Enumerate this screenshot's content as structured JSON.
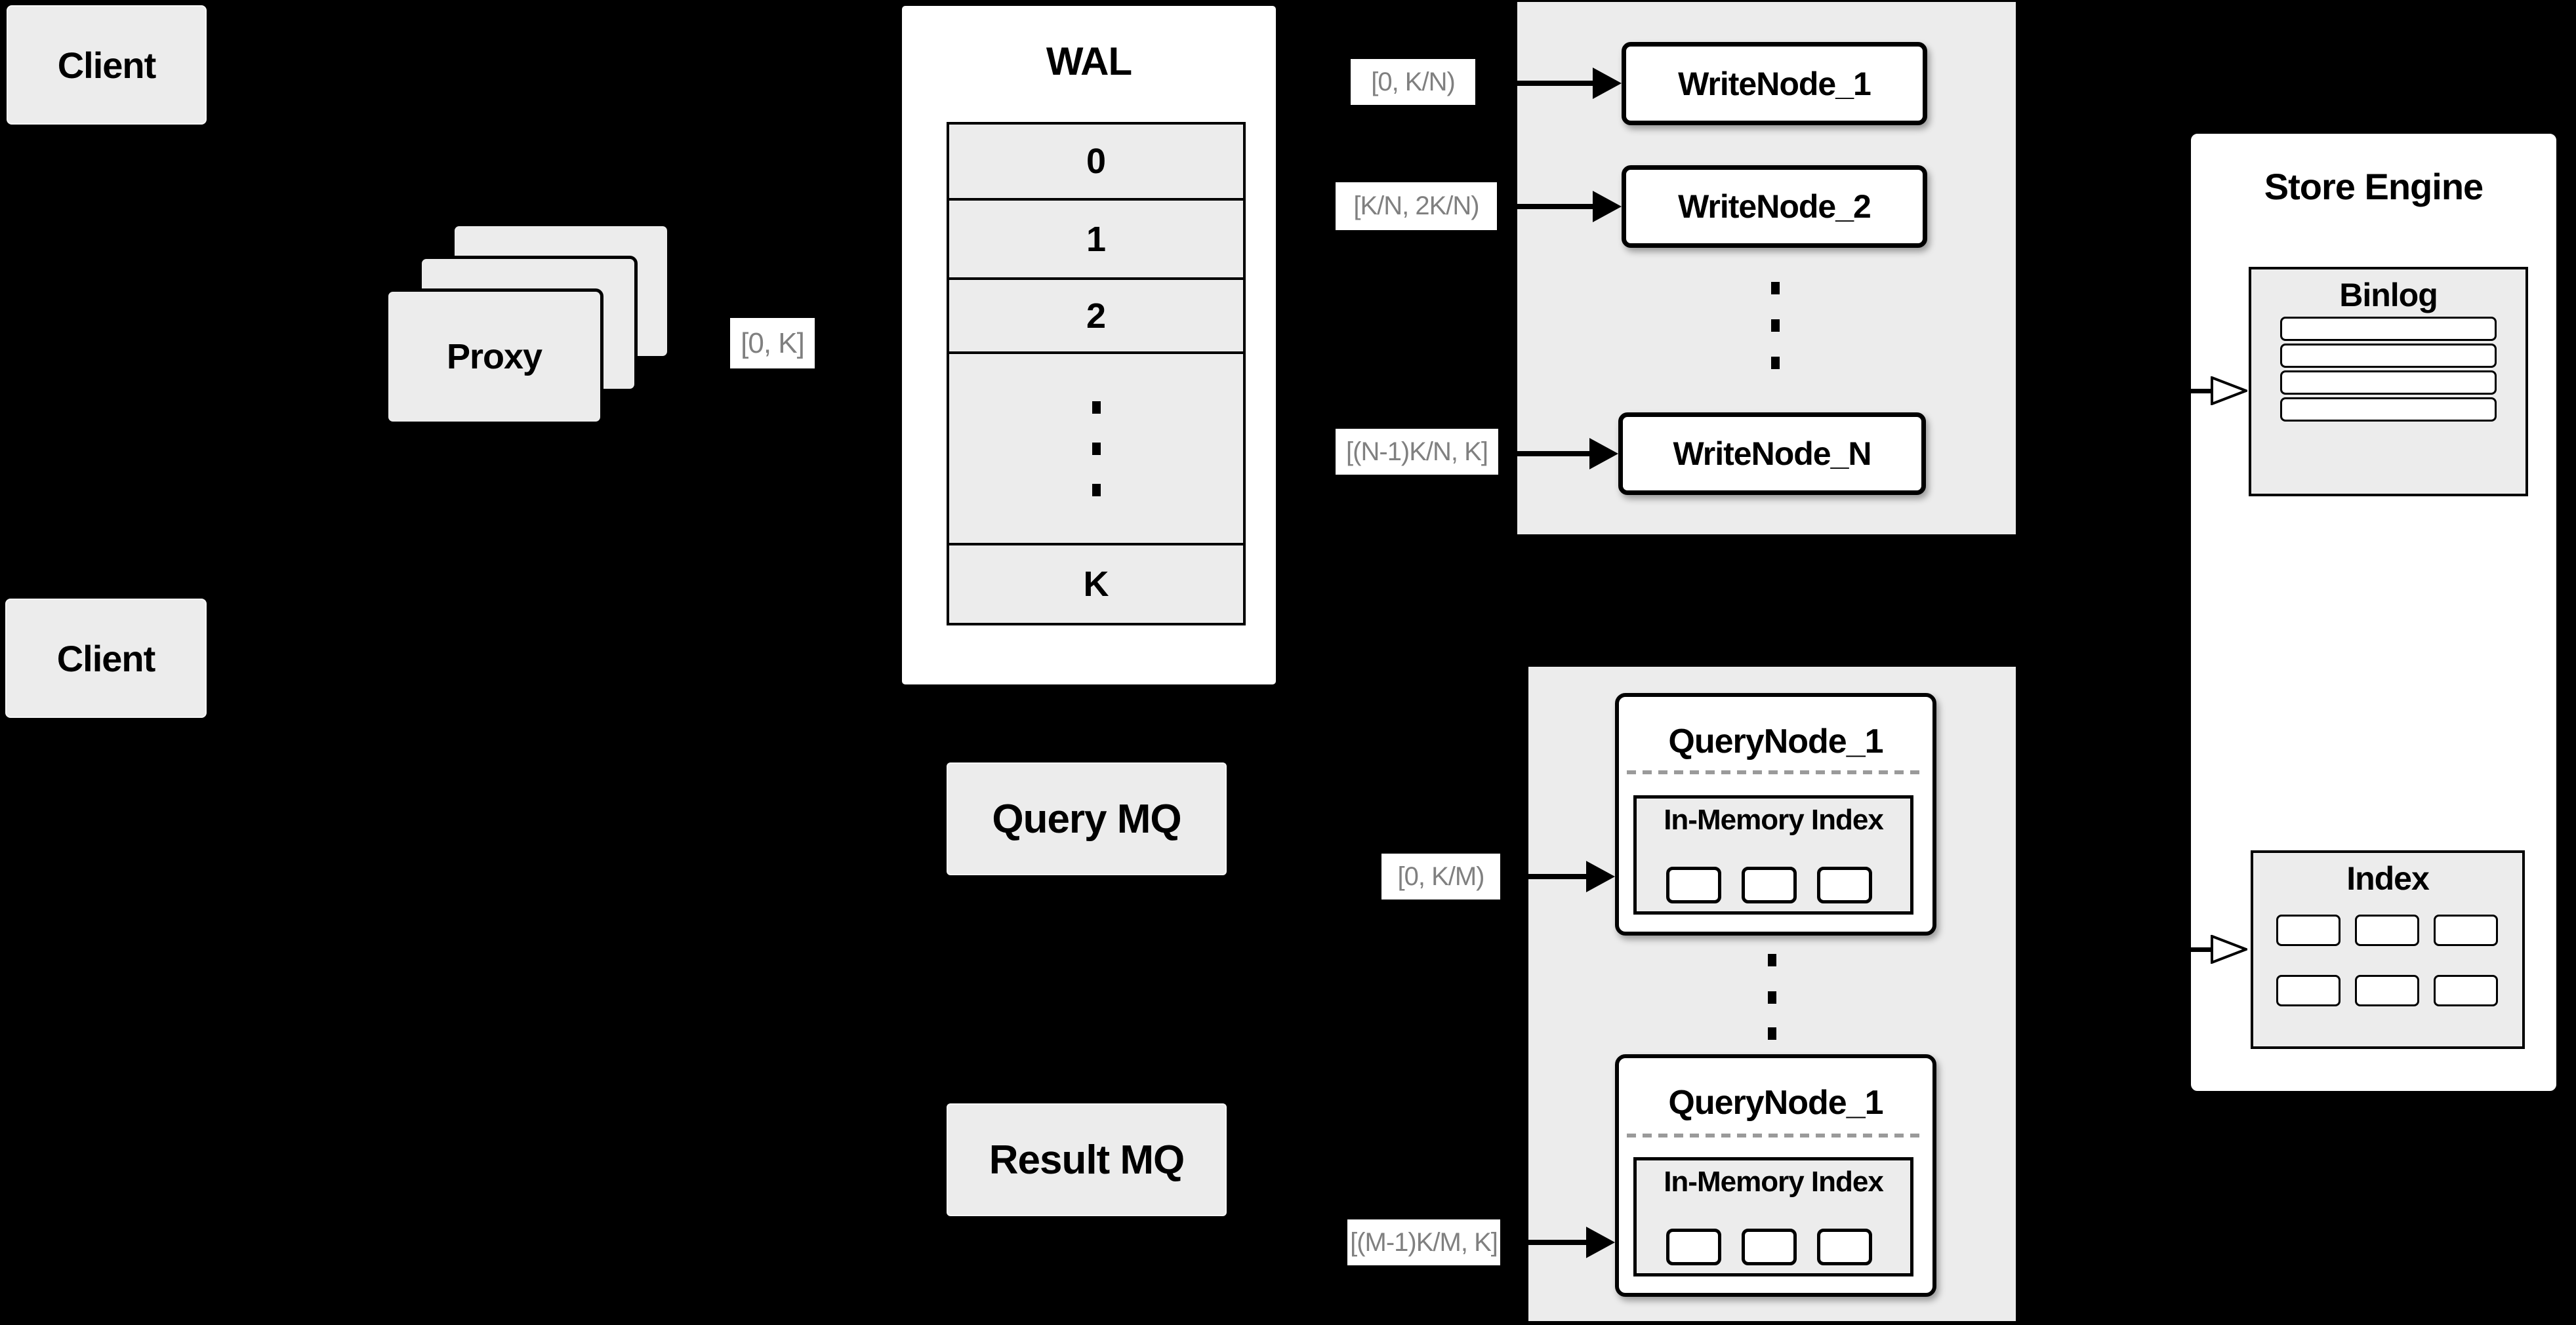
{
  "colors": {
    "background": "#000000",
    "panel_fill": "#ececec",
    "node_fill": "#ffffff",
    "line": "#000000",
    "range_label_text": "#808080"
  },
  "clients": {
    "top": "Client",
    "bottom": "Client"
  },
  "proxy": {
    "label": "Proxy",
    "range_label": "[0, K]"
  },
  "wal": {
    "title": "WAL",
    "rows": [
      "0",
      "1",
      "2"
    ],
    "bottom_row": "K"
  },
  "write_group": {
    "labels": [
      "[0, K/N)",
      "[K/N, 2K/N)",
      "[(N-1)K/N, K]"
    ],
    "nodes": [
      "WriteNode_1",
      "WriteNode_2",
      "WriteNode_N"
    ]
  },
  "query_group": {
    "labels": [
      "[0, K/M)",
      "[(M-1)K/M, K]"
    ],
    "nodes": [
      {
        "title": "QueryNode_1",
        "subtitle": "In-Memory Index"
      },
      {
        "title": "QueryNode_1",
        "subtitle": "In-Memory Index"
      }
    ]
  },
  "mq": {
    "query": "Query MQ",
    "result": "Result MQ"
  },
  "store": {
    "title": "Store Engine",
    "binlog": "Binlog",
    "index": "Index"
  }
}
